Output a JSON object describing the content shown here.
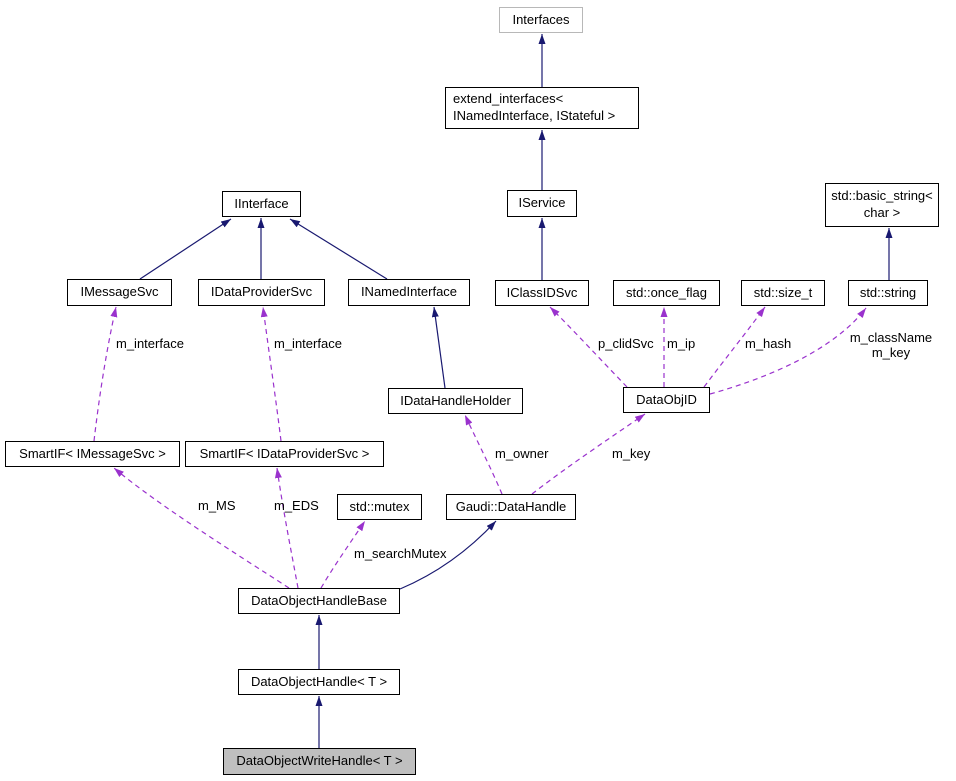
{
  "colors": {
    "inheritance_edge": "#191970",
    "usage_edge": "#9a32cd",
    "node_border": "#000000",
    "node_background": "#ffffff",
    "highlighted_node_background": "#bfbfbf",
    "external_node_border": "#b8b8b8",
    "text": "#000000",
    "background": "#ffffff"
  },
  "nodes": [
    {
      "id": "interfaces",
      "label": "Interfaces"
    },
    {
      "id": "extend_interfaces",
      "line1": "extend_interfaces<",
      "line2": "INamedInterface, IStateful >"
    },
    {
      "id": "iservice",
      "label": "IService"
    },
    {
      "id": "iinterface",
      "label": "IInterface"
    },
    {
      "id": "imessagesvc",
      "label": "IMessageSvc"
    },
    {
      "id": "idataprovidersvc",
      "label": "IDataProviderSvc"
    },
    {
      "id": "inamedinterface",
      "label": "INamedInterface"
    },
    {
      "id": "iclassidsvc",
      "label": "IClassIDSvc"
    },
    {
      "id": "std_once_flag",
      "label": "std::once_flag"
    },
    {
      "id": "std_size_t",
      "label": "std::size_t"
    },
    {
      "id": "std_string",
      "label": "std::string"
    },
    {
      "id": "std_basic_string",
      "line1": "std::basic_string<",
      "line2": "char >"
    },
    {
      "id": "idatahandleholder",
      "label": "IDataHandleHolder"
    },
    {
      "id": "dataobjid",
      "label": "DataObjID"
    },
    {
      "id": "smartif_imessagesvc",
      "label": "SmartIF< IMessageSvc >"
    },
    {
      "id": "smartif_idataprovidersvc",
      "label": "SmartIF< IDataProviderSvc >"
    },
    {
      "id": "std_mutex",
      "label": "std::mutex"
    },
    {
      "id": "gaudi_datahandle",
      "label": "Gaudi::DataHandle"
    },
    {
      "id": "dataobjecthandlebase",
      "label": "DataObjectHandleBase"
    },
    {
      "id": "dataobjecthandle",
      "label": "DataObjectHandle< T >"
    },
    {
      "id": "dataobjectwritehandle",
      "label": "DataObjectWriteHandle< T >"
    }
  ],
  "edge_labels": [
    {
      "text": "m_interface"
    },
    {
      "text": "m_interface"
    },
    {
      "text": "p_clidSvc"
    },
    {
      "text": "m_ip"
    },
    {
      "text": "m_hash"
    },
    {
      "line1": "m_className",
      "line2": "m_key"
    },
    {
      "text": "m_owner"
    },
    {
      "text": "m_key"
    },
    {
      "text": "m_MS"
    },
    {
      "text": "m_EDS"
    },
    {
      "text": "m_searchMutex"
    }
  ],
  "edges": [
    {
      "from": "extend_interfaces",
      "to": "interfaces",
      "type": "inheritance"
    },
    {
      "from": "iservice",
      "to": "extend_interfaces",
      "type": "inheritance"
    },
    {
      "from": "iclassidsvc",
      "to": "iservice",
      "type": "inheritance"
    },
    {
      "from": "imessagesvc",
      "to": "iinterface",
      "type": "inheritance"
    },
    {
      "from": "idataprovidersvc",
      "to": "iinterface",
      "type": "inheritance"
    },
    {
      "from": "inamedinterface",
      "to": "iinterface",
      "type": "inheritance"
    },
    {
      "from": "idatahandleholder",
      "to": "inamedinterface",
      "type": "inheritance"
    },
    {
      "from": "std_string",
      "to": "std_basic_string",
      "type": "inheritance"
    },
    {
      "from": "dataobjecthandlebase",
      "to": "gaudi_datahandle",
      "type": "inheritance"
    },
    {
      "from": "dataobjecthandle",
      "to": "dataobjecthandlebase",
      "type": "inheritance"
    },
    {
      "from": "dataobjectwritehandle",
      "to": "dataobjecthandle",
      "type": "inheritance"
    },
    {
      "from": "smartif_imessagesvc",
      "to": "imessagesvc",
      "type": "usage",
      "label": "m_interface"
    },
    {
      "from": "smartif_idataprovidersvc",
      "to": "idataprovidersvc",
      "type": "usage",
      "label": "m_interface"
    },
    {
      "from": "dataobjid",
      "to": "iclassidsvc",
      "type": "usage",
      "label": "p_clidSvc"
    },
    {
      "from": "dataobjid",
      "to": "std_once_flag",
      "type": "usage",
      "label": "m_ip"
    },
    {
      "from": "dataobjid",
      "to": "std_size_t",
      "type": "usage",
      "label": "m_hash"
    },
    {
      "from": "dataobjid",
      "to": "std_string",
      "type": "usage",
      "label": "m_className m_key"
    },
    {
      "from": "gaudi_datahandle",
      "to": "idatahandleholder",
      "type": "usage",
      "label": "m_owner"
    },
    {
      "from": "gaudi_datahandle",
      "to": "dataobjid",
      "type": "usage",
      "label": "m_key"
    },
    {
      "from": "dataobjecthandlebase",
      "to": "smartif_imessagesvc",
      "type": "usage",
      "label": "m_MS"
    },
    {
      "from": "dataobjecthandlebase",
      "to": "smartif_idataprovidersvc",
      "type": "usage",
      "label": "m_EDS"
    },
    {
      "from": "dataobjecthandlebase",
      "to": "std_mutex",
      "type": "usage",
      "label": "m_searchMutex"
    }
  ]
}
